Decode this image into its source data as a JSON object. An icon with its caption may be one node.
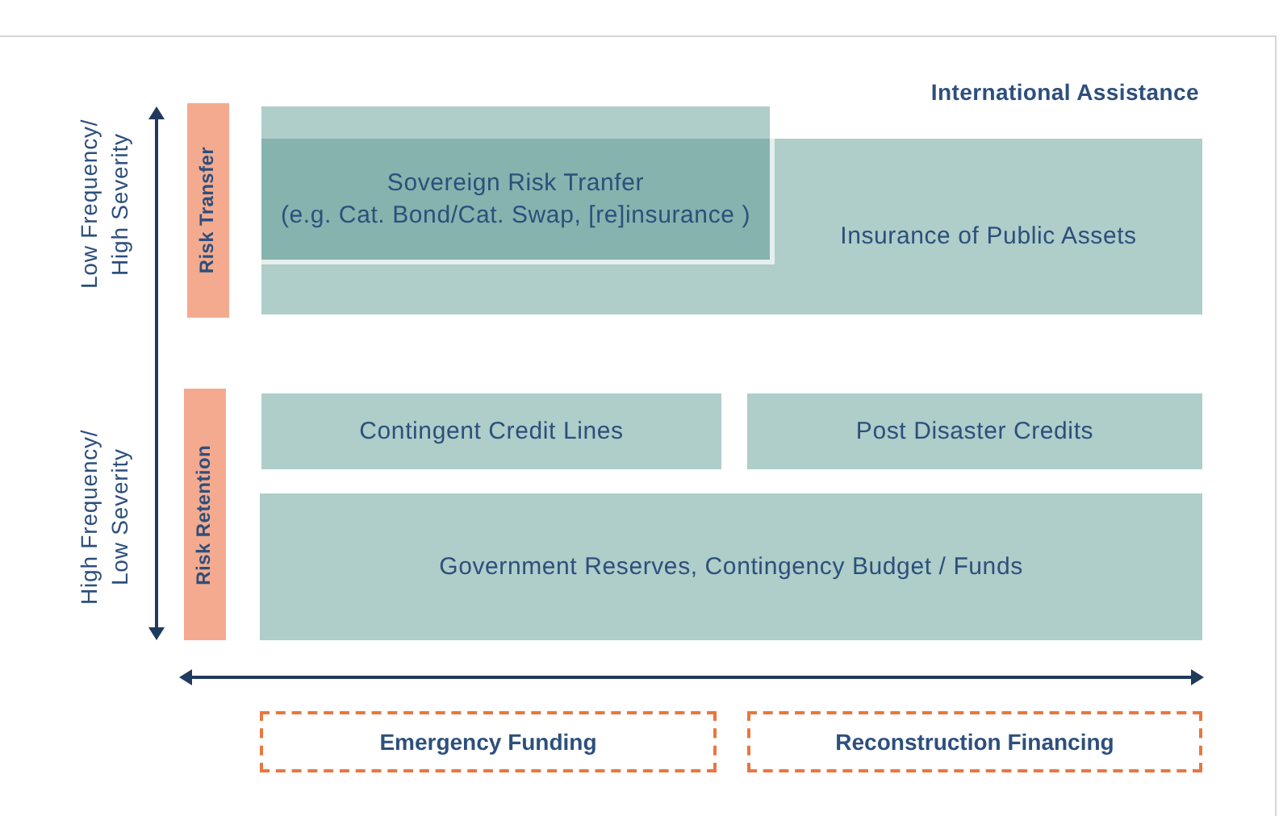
{
  "diagram": {
    "nodes": [
      {
        "text": [
          "Risk Transfer"
        ]
      },
      {
        "text": [
          "Insurance of Public Assets"
        ]
      },
      {
        "text": [
          "Sovereign Risk Tranfer",
          "(e.g. Cat. Bond/Cat. Swap, [re]insurance )"
        ],
        "in": 1
      },
      {
        "text": [
          "Risk Retention"
        ]
      },
      {
        "text": [
          "Contingent Credit Lines"
        ]
      },
      {
        "text": [
          "Post Disaster Credits"
        ]
      },
      {
        "text": [
          "Government Reserves, Contingency Budget / Funds"
        ]
      },
      {
        "text": [
          "Emergency Funding"
        ]
      },
      {
        "text": [
          "Reconstruction Financing"
        ]
      }
    ],
    "labels": [
      "International Assistance",
      "Low Frequency/ High Severity",
      "High Frequency/ Low Severity"
    ]
  }
}
